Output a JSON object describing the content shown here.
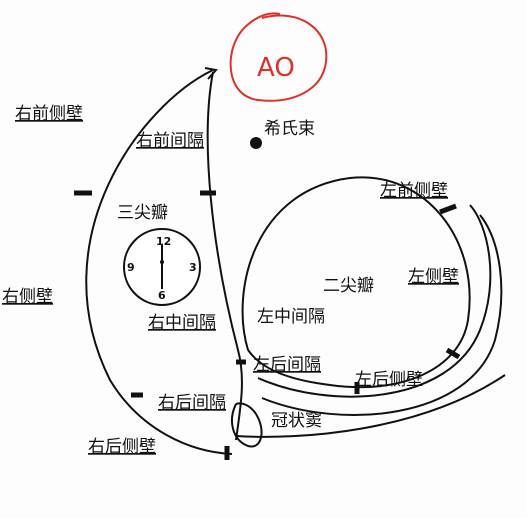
{
  "annotation": {
    "text": "AO",
    "color": "#e0302a"
  },
  "labels": {
    "right_anterior_wall": "右前侧壁",
    "right_anterior_septum": "右前间隔",
    "his_bundle": "希氏束",
    "tricuspid": "三尖瓣",
    "right_wall": "右侧壁",
    "right_mid_septum": "右中间隔",
    "left_mid_septum": "左中间隔",
    "left_anterior_wall": "左前侧壁",
    "mitral": "二尖瓣",
    "left_wall": "左侧壁",
    "left_posterior_septum": "左后间隔",
    "left_posterior_wall": "左后侧壁",
    "right_posterior_septum": "右后间隔",
    "coronary_sinus": "冠状窦",
    "right_posterior_wall": "右后侧壁"
  },
  "clock": {
    "n12": "12",
    "n3": "3",
    "n6": "6",
    "n9": "9"
  },
  "colors": {
    "line": "#111111",
    "annotation": "#e0302a"
  }
}
